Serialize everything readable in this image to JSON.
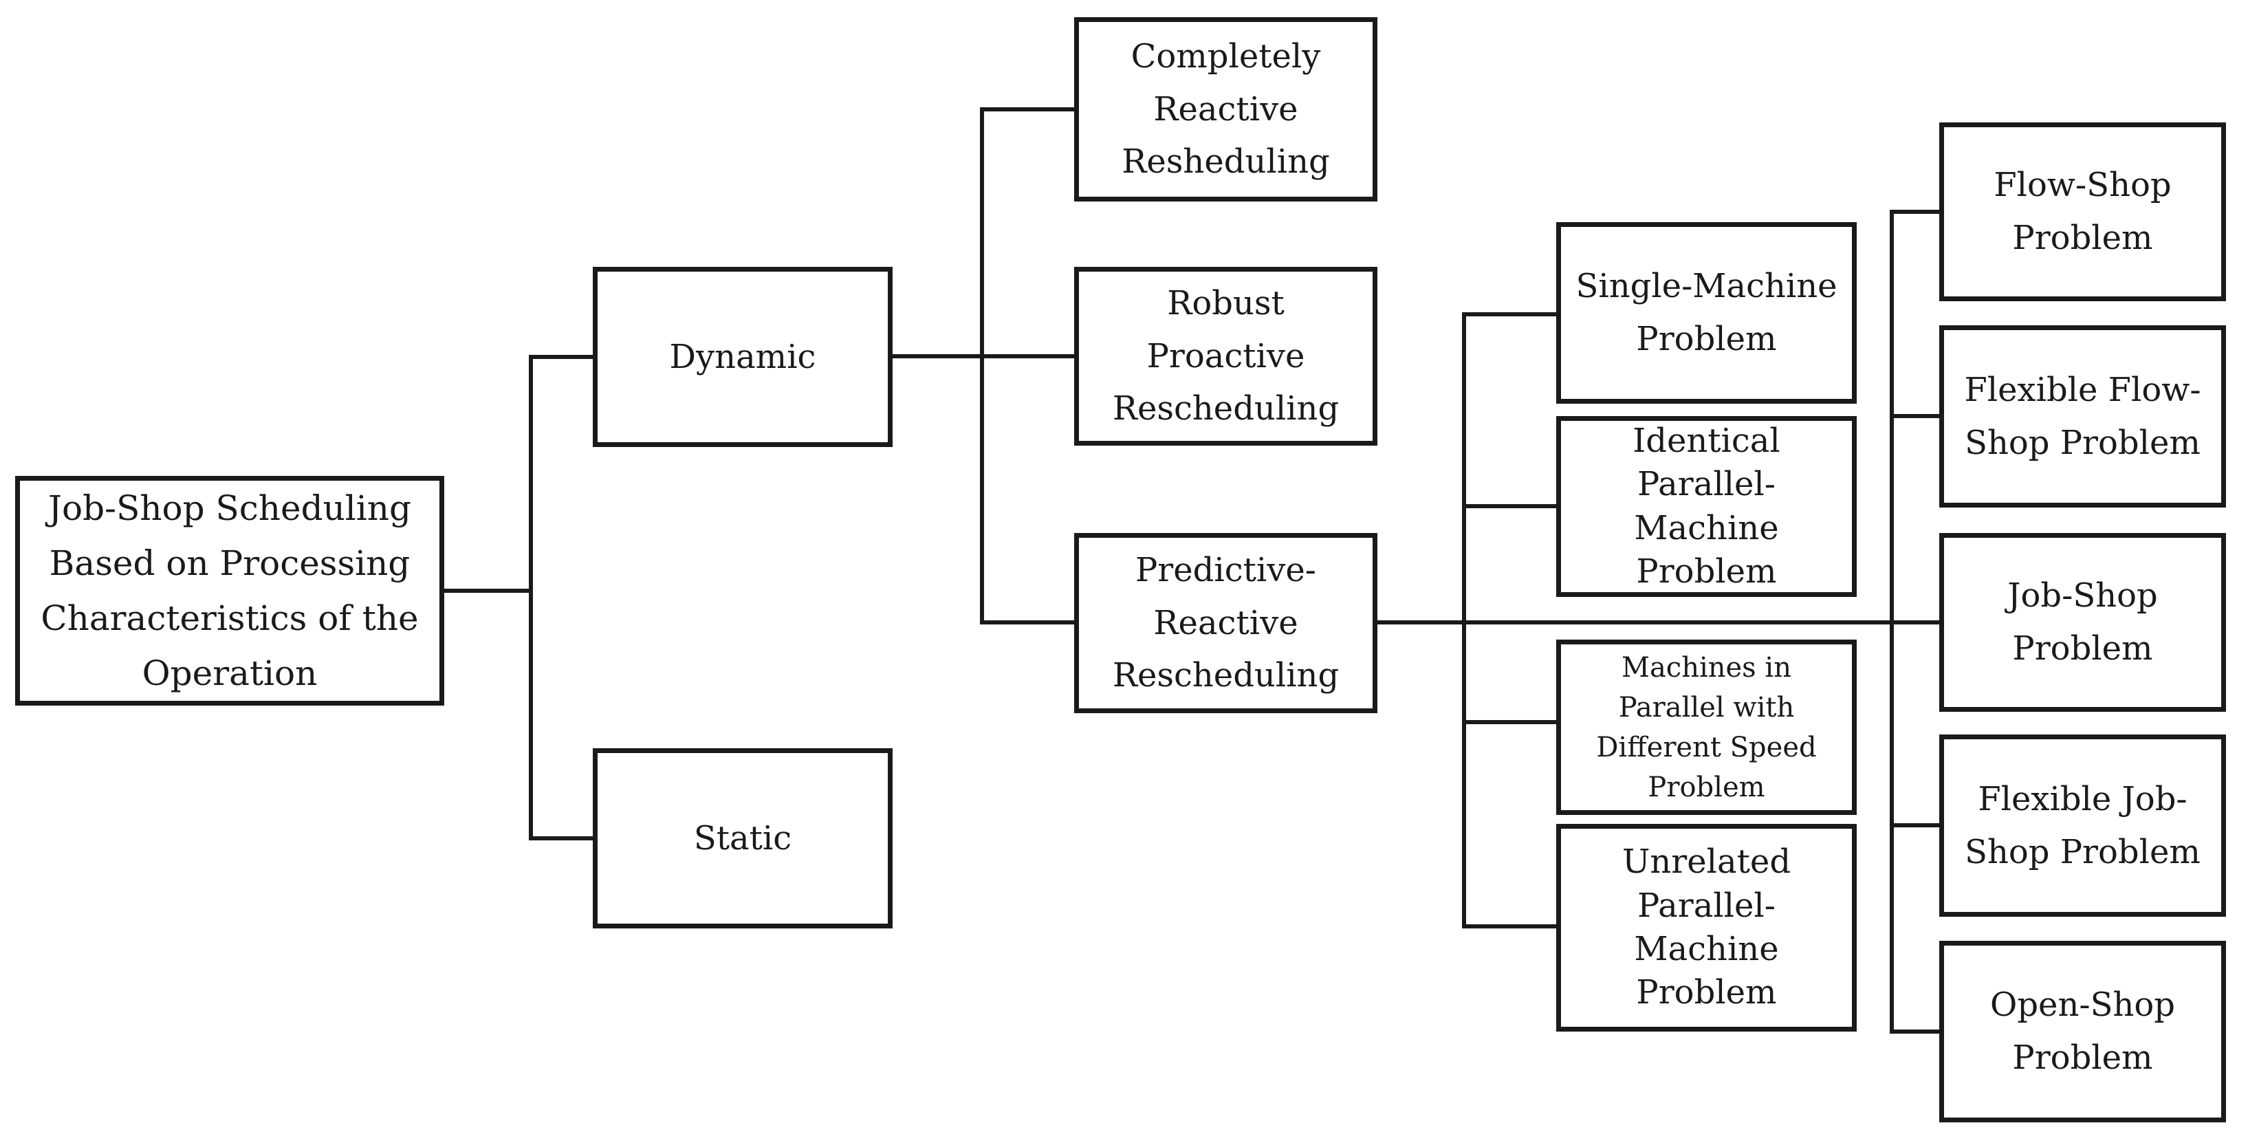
{
  "diagram": {
    "type": "tree",
    "background_color": "#ffffff",
    "line_color": "#1a1a1a",
    "box_fill": "#ffffff",
    "nodes": {
      "root": "Job-Shop Scheduling\nBased on Processing\nCharacteristics of the\nOperation",
      "dynamic": "Dynamic",
      "static": "Static",
      "completely_reactive": "Completely\nReactive\nResheduling",
      "robust_proactive": "Robust\nProactive\nRescheduling",
      "predictive_reactive": "Predictive-\nReactive\nRescheduling",
      "single_machine": "Single-Machine\nProblem",
      "identical_parallel": "Identical\nParallel-\nMachine\nProblem",
      "machines_parallel": "Machines in\nParallel with\nDifferent Speed\nProblem",
      "unrelated_parallel": "Unrelated\nParallel-\nMachine\nProblem",
      "flow_shop": "Flow-Shop\nProblem",
      "flexible_flow_shop": "Flexible Flow-\nShop Problem",
      "job_shop": "Job-Shop\nProblem",
      "flexible_job_shop": "Flexible Job-\nShop Problem",
      "open_shop": "Open-Shop\nProblem"
    },
    "edges": [
      {
        "from": "root",
        "to": "dynamic"
      },
      {
        "from": "root",
        "to": "static"
      },
      {
        "from": "dynamic",
        "to": "completely_reactive"
      },
      {
        "from": "dynamic",
        "to": "robust_proactive"
      },
      {
        "from": "dynamic",
        "to": "predictive_reactive"
      },
      {
        "from": "predictive_reactive",
        "to": "single_machine"
      },
      {
        "from": "predictive_reactive",
        "to": "identical_parallel"
      },
      {
        "from": "predictive_reactive",
        "to": "machines_parallel"
      },
      {
        "from": "predictive_reactive",
        "to": "unrelated_parallel"
      },
      {
        "from": "predictive_reactive",
        "to": "flow_shop"
      },
      {
        "from": "predictive_reactive",
        "to": "flexible_flow_shop"
      },
      {
        "from": "predictive_reactive",
        "to": "job_shop"
      },
      {
        "from": "predictive_reactive",
        "to": "flexible_job_shop"
      },
      {
        "from": "predictive_reactive",
        "to": "open_shop"
      }
    ]
  }
}
